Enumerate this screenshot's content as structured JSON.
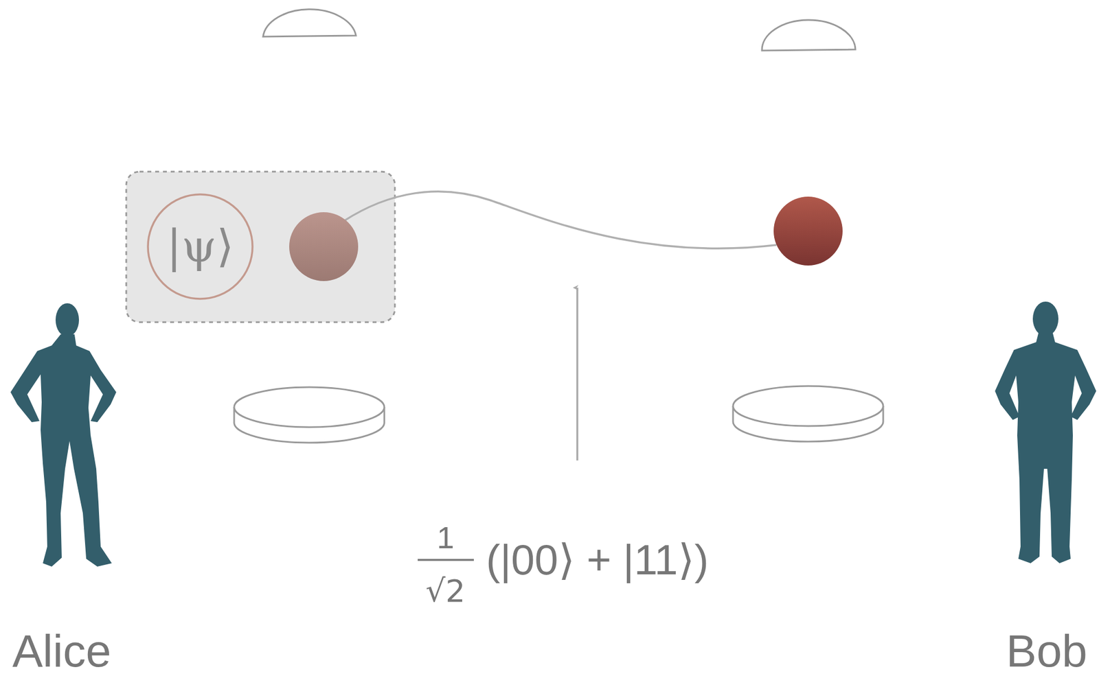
{
  "diagram": {
    "nodes": [
      {
        "text": [
          "|ψ⟩"
        ]
      }
    ],
    "labels": [
      "Alice",
      "Bob",
      "1",
      "√2",
      "(|00⟩ + |11⟩)"
    ]
  }
}
